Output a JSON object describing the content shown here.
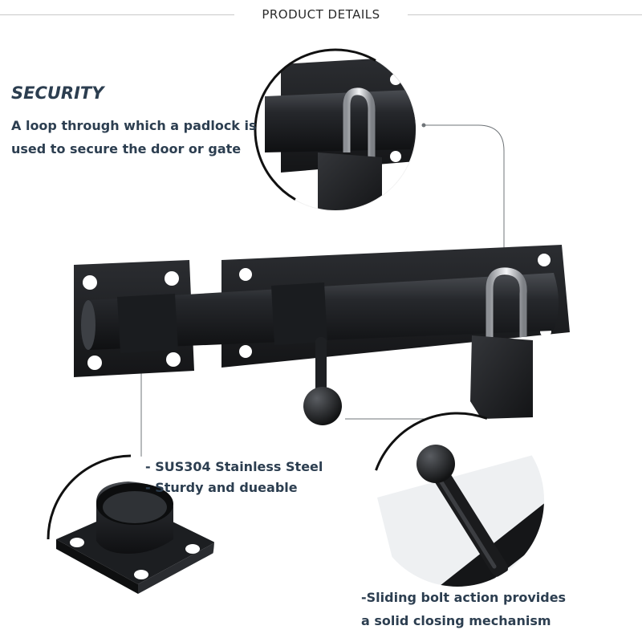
{
  "header": {
    "title": "PRODUCT DETAILS"
  },
  "features": {
    "security": {
      "title": "SECURITY",
      "lines": [
        "A loop through which a padlock is",
        "used to secure the door or gate"
      ]
    },
    "material": {
      "lines": [
        "- SUS304 Stainless Steel",
        "- Sturdy and dueable"
      ]
    },
    "sliding": {
      "lines": [
        "-Sliding bolt action provides",
        "a solid closing mechanism"
      ]
    }
  },
  "colors": {
    "metal_black": "#1d1f22",
    "text_navy": "#2c3e50",
    "chrome": "#d8dade"
  }
}
